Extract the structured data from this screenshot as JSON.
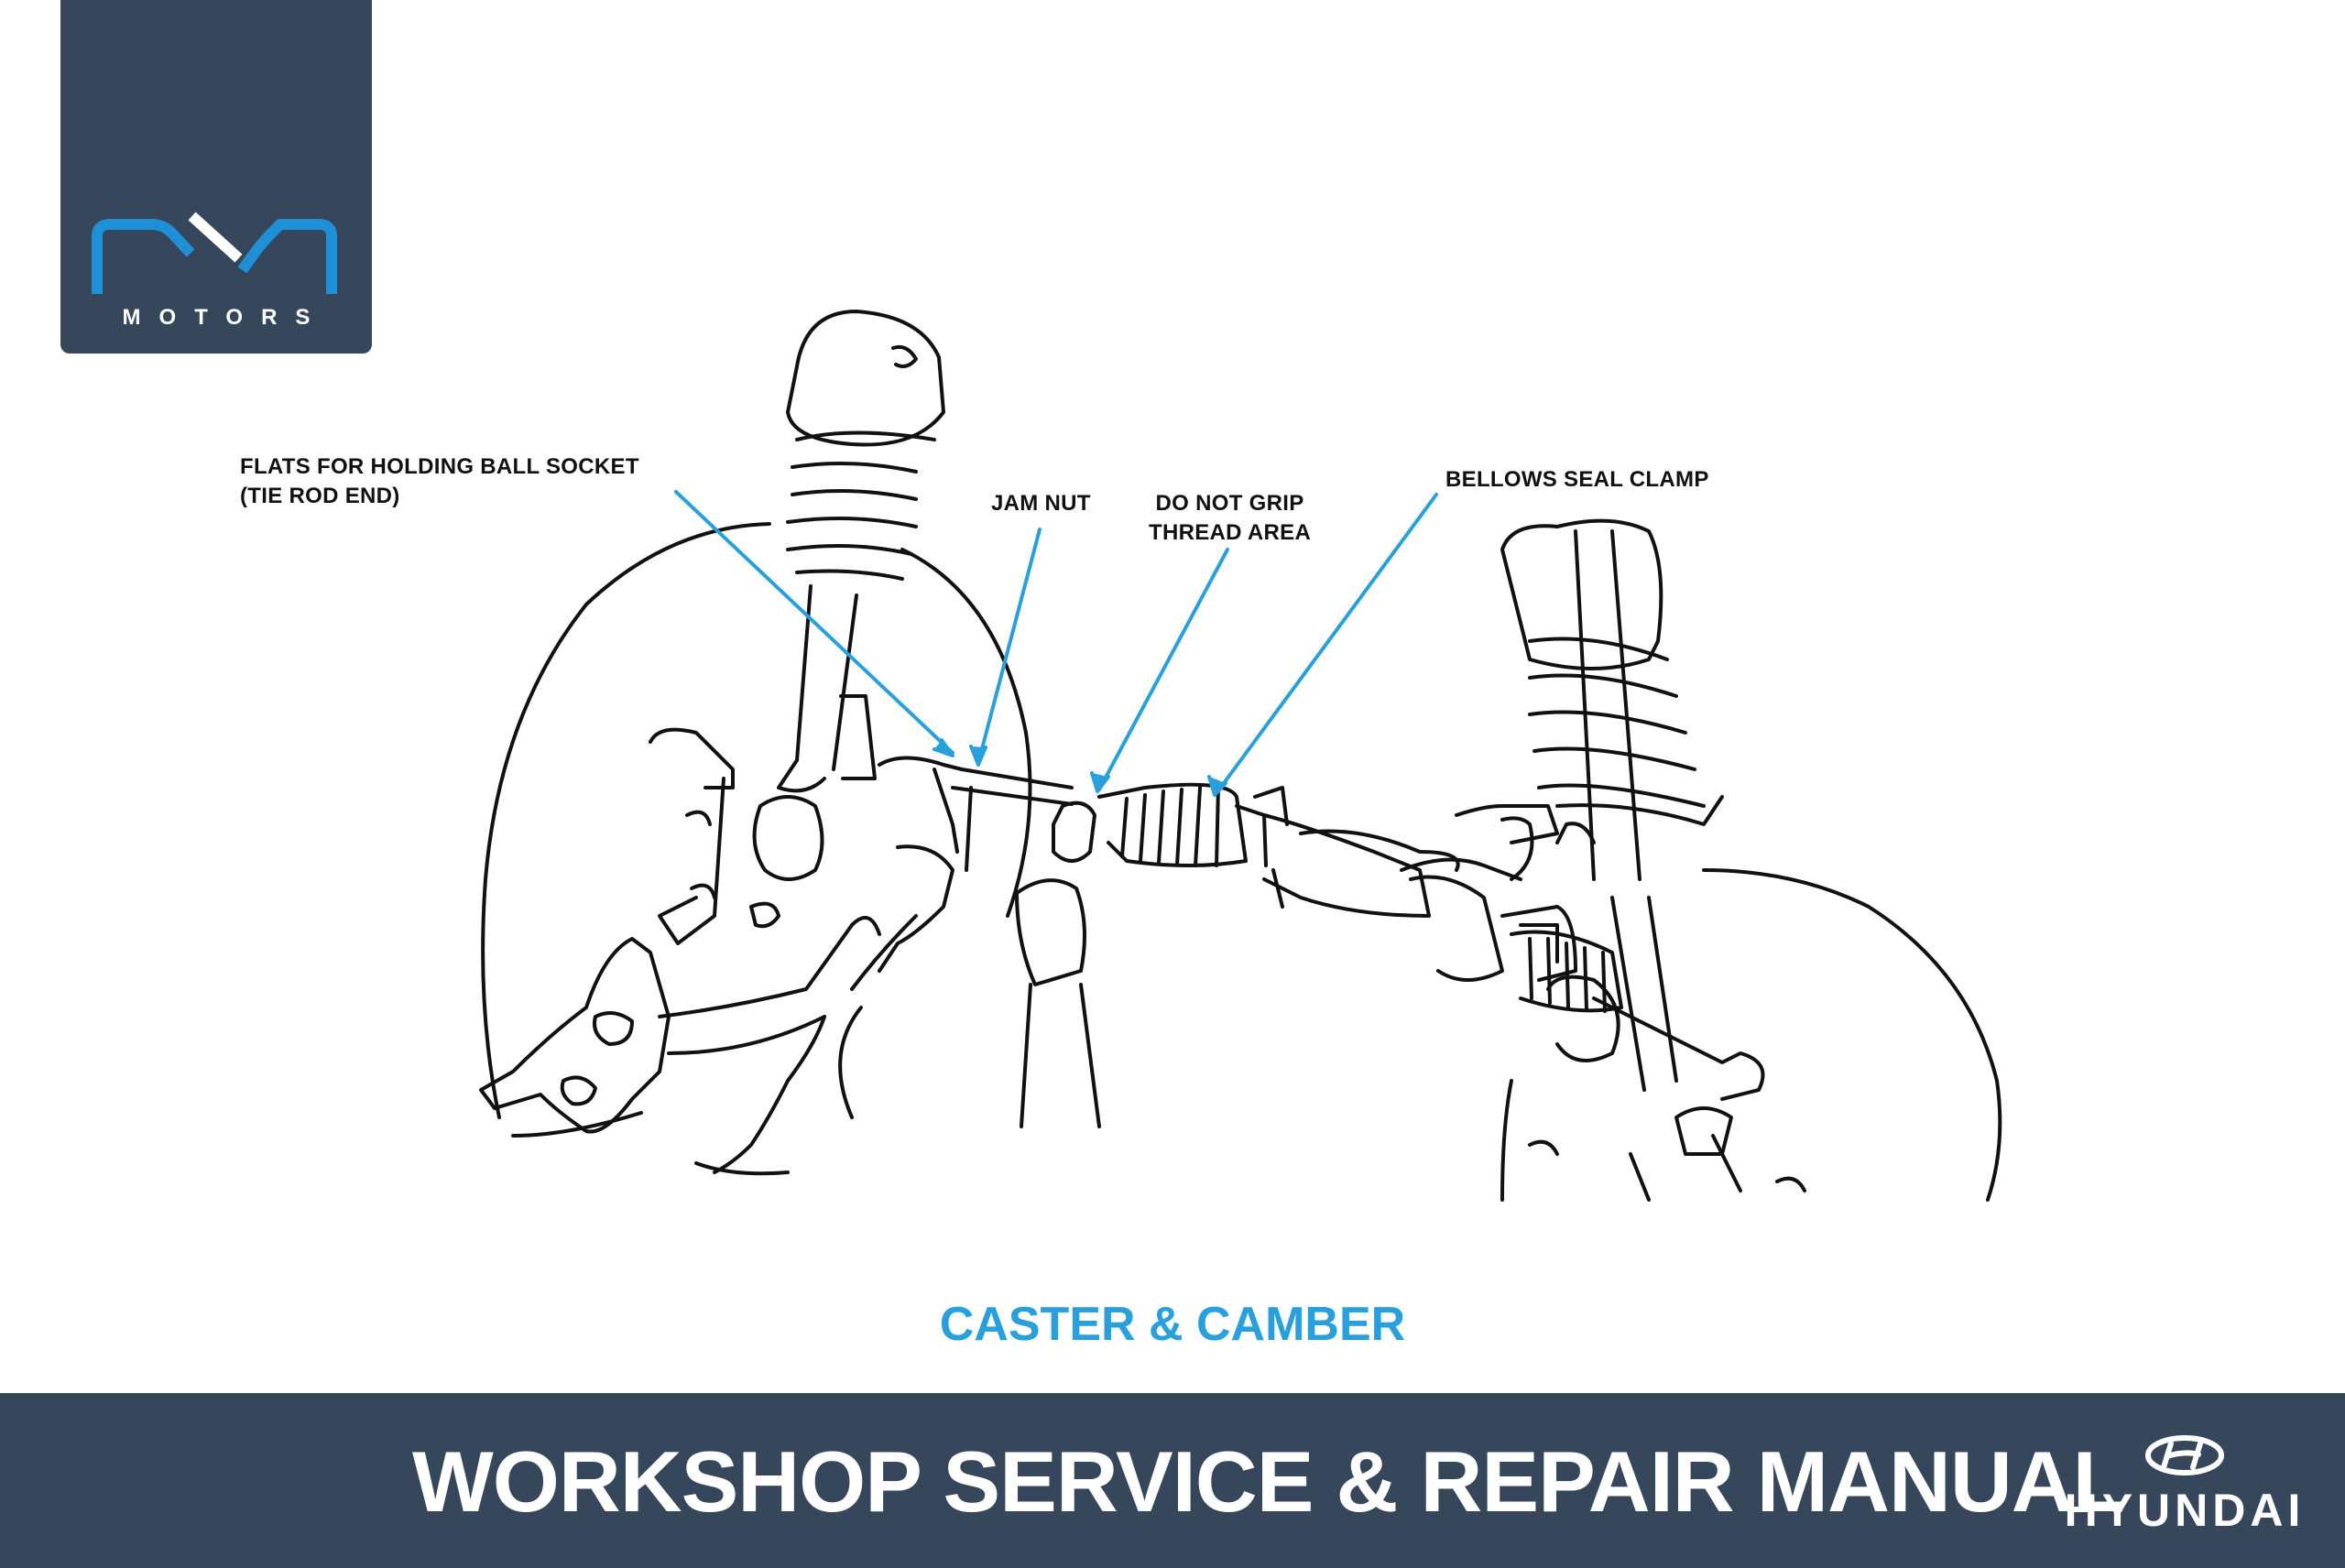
{
  "header": {
    "logo_text": "MOTORS"
  },
  "diagram": {
    "callouts": [
      {
        "text": "FLATS FOR HOLDING BALL SOCKET\n(TIE ROD END)"
      },
      {
        "text": "JAM NUT"
      },
      {
        "text": "DO NOT GRIP\nTHREAD AREA"
      },
      {
        "text": "BELLOWS SEAL CLAMP"
      }
    ],
    "leader_color": "#29a0dc"
  },
  "caption": "CASTER & CAMBER",
  "footer": {
    "title": "WORKSHOP SERVICE & REPAIR MANUAL",
    "brand": "HYUNDAI"
  },
  "colors": {
    "panel": "#37475b",
    "accent": "#29a0dc",
    "logo_accent": "#1e90d6"
  }
}
